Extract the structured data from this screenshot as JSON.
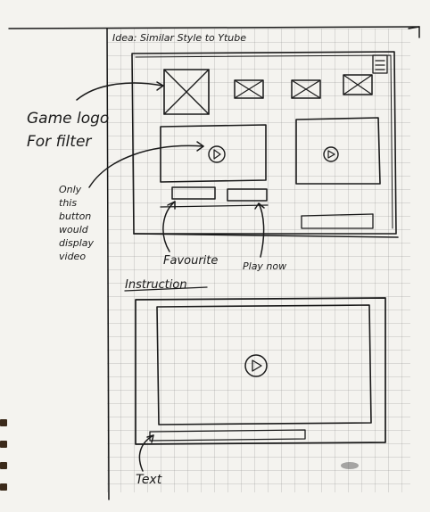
{
  "header": {
    "title": "Idea: Similar Style to Ytube"
  },
  "annotations": {
    "game_logo": [
      "Game logo",
      "For filter"
    ],
    "only_button": [
      "Only",
      "this",
      "button",
      "would",
      "display",
      "video"
    ],
    "favourite": "Favourite",
    "play_now": "Play now",
    "instruction": "Instruction",
    "text": "Text"
  },
  "colors": {
    "paper": "#f4f3ef",
    "ink": "#1a1a1a",
    "grid": "#8c8c8c"
  }
}
